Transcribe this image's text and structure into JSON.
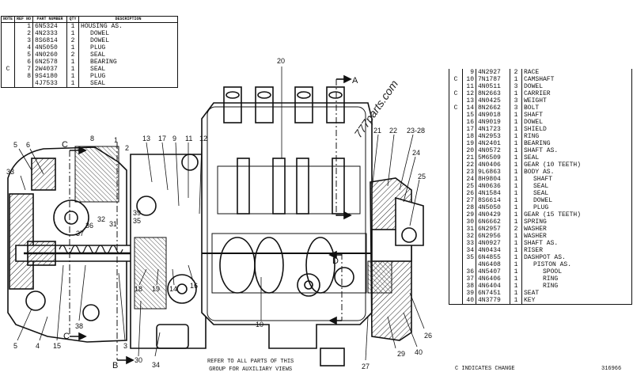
{
  "left_table": {
    "headers": {
      "note": "NOTE",
      "ref": "REF NO",
      "part": "PART NUMBER",
      "qty": "QTY",
      "desc": "DESCRIPTION"
    },
    "rows": [
      {
        "note": "",
        "ref": "1",
        "part": "6N5324",
        "qty": "1",
        "desc": "HOUSING AS.",
        "indent": false
      },
      {
        "note": "",
        "ref": "2",
        "part": "4N2333",
        "qty": "1",
        "desc": "DOWEL",
        "indent": true
      },
      {
        "note": "",
        "ref": "3",
        "part": "8S6814",
        "qty": "2",
        "desc": "DOWEL",
        "indent": true
      },
      {
        "note": "",
        "ref": "4",
        "part": "4N5050",
        "qty": "1",
        "desc": "PLUG",
        "indent": true
      },
      {
        "note": "",
        "ref": "5",
        "part": "4N0260",
        "qty": "2",
        "desc": "SEAL",
        "indent": true
      },
      {
        "note": "",
        "ref": "6",
        "part": "6N2578",
        "qty": "1",
        "desc": "BEARING",
        "indent": true
      },
      {
        "note": "C",
        "ref": "7",
        "part": "2W4037",
        "qty": "1",
        "desc": "SEAL",
        "indent": true
      },
      {
        "note": "",
        "ref": "8",
        "part": "9S4180",
        "qty": "1",
        "desc": "PLUG",
        "indent": true
      },
      {
        "note": "",
        "ref": "",
        "part": "4J7533",
        "qty": "1",
        "desc": "SEAL",
        "indent": true
      }
    ]
  },
  "right_table": {
    "rows": [
      {
        "note": "",
        "ref": "9",
        "part": "4N2927",
        "qty": "2",
        "desc": "RACE",
        "indent": false
      },
      {
        "note": "C",
        "ref": "10",
        "part": "7N1787",
        "qty": "1",
        "desc": "CAMSHAFT",
        "indent": false
      },
      {
        "note": "",
        "ref": "11",
        "part": "4N0511",
        "qty": "3",
        "desc": "DOWEL",
        "indent": false
      },
      {
        "note": "C",
        "ref": "12",
        "part": "8N2663",
        "qty": "1",
        "desc": "CARRIER",
        "indent": false
      },
      {
        "note": "",
        "ref": "13",
        "part": "4N0425",
        "qty": "3",
        "desc": "WEIGHT",
        "indent": false
      },
      {
        "note": "C",
        "ref": "14",
        "part": "8N2662",
        "qty": "3",
        "desc": "BOLT",
        "indent": false
      },
      {
        "note": "",
        "ref": "15",
        "part": "4N9018",
        "qty": "1",
        "desc": "SHAFT",
        "indent": false
      },
      {
        "note": "",
        "ref": "16",
        "part": "4N9019",
        "qty": "1",
        "desc": "DOWEL",
        "indent": false
      },
      {
        "note": "",
        "ref": "17",
        "part": "4N1723",
        "qty": "1",
        "desc": "SHIELD",
        "indent": false
      },
      {
        "note": "",
        "ref": "18",
        "part": "4N2953",
        "qty": "1",
        "desc": "RING",
        "indent": false
      },
      {
        "note": "",
        "ref": "19",
        "part": "4N2401",
        "qty": "1",
        "desc": "BEARING",
        "indent": false
      },
      {
        "note": "",
        "ref": "20",
        "part": "4N0572",
        "qty": "1",
        "desc": "SHAFT AS.",
        "indent": false
      },
      {
        "note": "",
        "ref": "21",
        "part": "5M6509",
        "qty": "1",
        "desc": "SEAL",
        "indent": false
      },
      {
        "note": "",
        "ref": "22",
        "part": "4N0406",
        "qty": "1",
        "desc": "GEAR (10 TEETH)",
        "indent": false
      },
      {
        "note": "",
        "ref": "23",
        "part": "9L6863",
        "qty": "1",
        "desc": "BODY AS.",
        "indent": false
      },
      {
        "note": "",
        "ref": "24",
        "part": "8H9804",
        "qty": "1",
        "desc": "SHAFT",
        "indent": true
      },
      {
        "note": "",
        "ref": "25",
        "part": "4N0636",
        "qty": "1",
        "desc": "SEAL",
        "indent": true
      },
      {
        "note": "",
        "ref": "26",
        "part": "4N1584",
        "qty": "1",
        "desc": "SEAL",
        "indent": true
      },
      {
        "note": "",
        "ref": "27",
        "part": "8S6614",
        "qty": "1",
        "desc": "DOWEL",
        "indent": true
      },
      {
        "note": "",
        "ref": "28",
        "part": "4N5050",
        "qty": "1",
        "desc": "PLUG",
        "indent": true
      },
      {
        "note": "",
        "ref": "29",
        "part": "4N0429",
        "qty": "1",
        "desc": "GEAR (15 TEETH)",
        "indent": false
      },
      {
        "note": "",
        "ref": "30",
        "part": "6N6662",
        "qty": "1",
        "desc": "SPRING",
        "indent": false
      },
      {
        "note": "",
        "ref": "31",
        "part": "6N2957",
        "qty": "2",
        "desc": "WASHER",
        "indent": false
      },
      {
        "note": "",
        "ref": "32",
        "part": "6N2956",
        "qty": "1",
        "desc": "WASHER",
        "indent": false
      },
      {
        "note": "",
        "ref": "33",
        "part": "4N0927",
        "qty": "1",
        "desc": "SHAFT AS.",
        "indent": false
      },
      {
        "note": "",
        "ref": "34",
        "part": "4N0434",
        "qty": "1",
        "desc": "RISER",
        "indent": false
      },
      {
        "note": "",
        "ref": "35",
        "part": "6N4855",
        "qty": "1",
        "desc": "DASHPOT AS.",
        "indent": false
      },
      {
        "note": "",
        "ref": "",
        "part": "4N6408",
        "qty": "1",
        "desc": "PISTON AS.",
        "indent": true
      },
      {
        "note": "",
        "ref": "36",
        "part": "4N5407",
        "qty": "1",
        "desc": "SPOOL",
        "indent": true,
        "indent2": true
      },
      {
        "note": "",
        "ref": "37",
        "part": "4N6406",
        "qty": "1",
        "desc": "RING",
        "indent": true,
        "indent2": true
      },
      {
        "note": "",
        "ref": "38",
        "part": "4N6404",
        "qty": "1",
        "desc": "RING",
        "indent": true,
        "indent2": true
      },
      {
        "note": "",
        "ref": "39",
        "part": "6N7451",
        "qty": "1",
        "desc": "SEAT",
        "indent": false
      },
      {
        "note": "",
        "ref": "40",
        "part": "4N3779",
        "qty": "1",
        "desc": "KEY",
        "indent": false
      }
    ]
  },
  "footer": {
    "refer_line1": "REFER TO ALL PARTS OF THIS",
    "refer_line2": "GROUP FOR AUXILIARY VIEWS",
    "c_note": "C  INDICATES CHANGE",
    "drawing_no": "316966"
  },
  "watermark": "777parts.com",
  "callouts": [
    "5",
    "6",
    "C",
    "8",
    "1",
    "2",
    "13",
    "17",
    "9",
    "11",
    "12",
    "20",
    "A",
    "21",
    "22",
    "23-28",
    "24",
    "25",
    "33",
    "39",
    "35",
    "32",
    "31",
    "37",
    "36",
    "18",
    "19",
    "14",
    "16",
    "D",
    "10",
    "5",
    "4",
    "15",
    "C",
    "38",
    "3",
    "B",
    "30",
    "34",
    "29",
    "26",
    "40",
    "27"
  ]
}
